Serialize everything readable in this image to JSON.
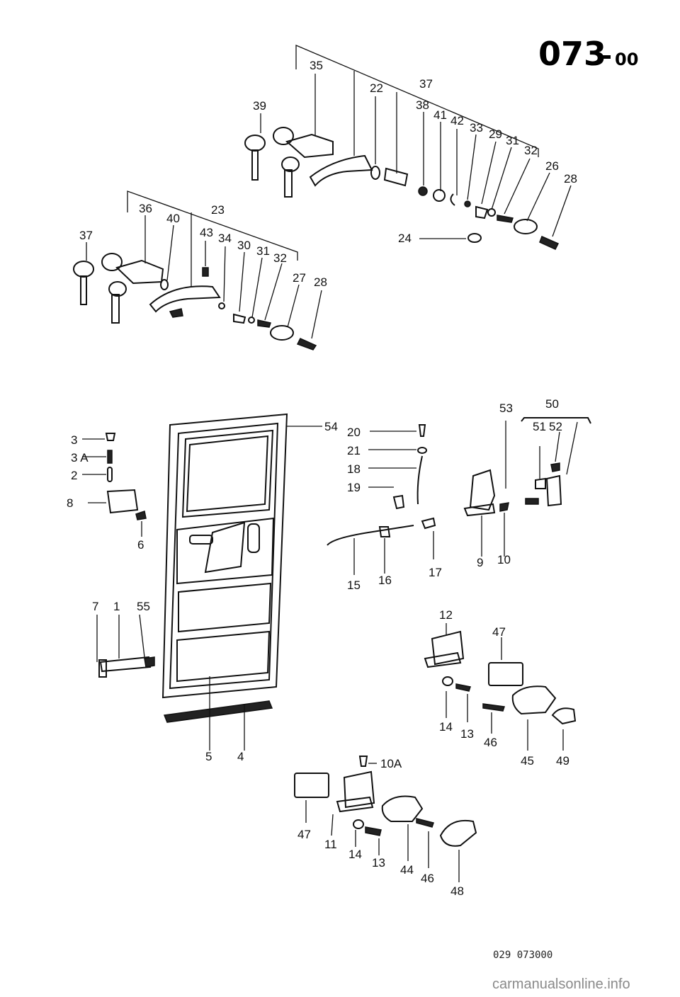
{
  "header": {
    "code_main": "073",
    "code_sub": "00"
  },
  "footer": {
    "ref": "029 073000",
    "watermark": "carmanualsonline.info"
  },
  "groups": {
    "upper_set": [
      "35",
      "39",
      "22",
      "37",
      "38",
      "41",
      "42",
      "33",
      "29",
      "31",
      "32",
      "26",
      "28",
      "24"
    ],
    "lower_set": [
      "36",
      "40",
      "23",
      "37",
      "43",
      "34",
      "30",
      "31",
      "32",
      "27",
      "28"
    ],
    "door": [
      "54",
      "5",
      "4",
      "3",
      "3 A",
      "2",
      "8",
      "6",
      "7",
      "1",
      "55"
    ],
    "rods": [
      "20",
      "21",
      "18",
      "19",
      "15",
      "16",
      "17"
    ],
    "lock": [
      "53",
      "50",
      "51",
      "52",
      "9",
      "10"
    ],
    "inner_handle_a": [
      "12",
      "47",
      "14",
      "13",
      "46",
      "45",
      "49"
    ],
    "inner_handle_b": [
      "10A",
      "47",
      "11",
      "14",
      "13",
      "44",
      "46",
      "48"
    ]
  }
}
